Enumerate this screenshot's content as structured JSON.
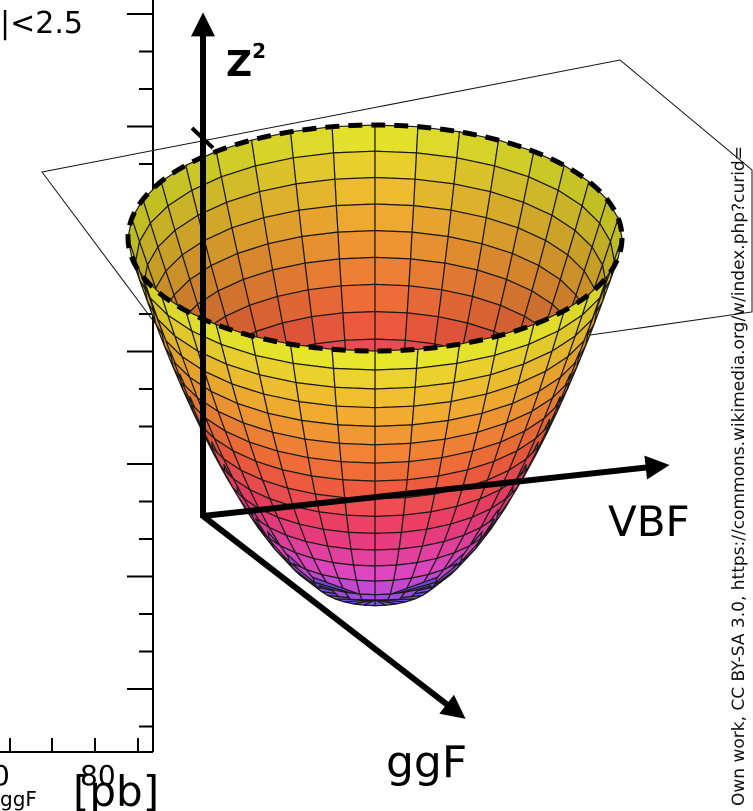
{
  "left_panel": {
    "corner_label": "|<2.5",
    "tick_80": "80",
    "tick_partial": "0",
    "unit": "[pb]",
    "subscript_partial": "ggF"
  },
  "axes": {
    "z_label": "Z",
    "z_superscript": "2",
    "vbf_label": "VBF",
    "ggf_label": "ggF"
  },
  "surface": {
    "palette_top": "#e6ee2c",
    "palette_mid": "#f05a3a",
    "palette_bottom": "#6a52f4"
  },
  "credit": "Own work, CC BY-SA 3.0, https://commons.wikimedia.org/w/index.php?curid="
}
